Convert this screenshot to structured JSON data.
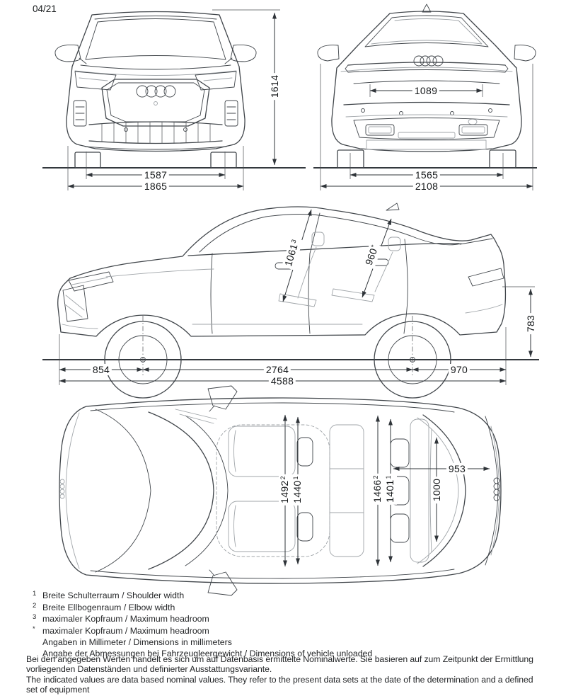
{
  "meta": {
    "date_code": "04/21"
  },
  "colors": {
    "line": "#41464b",
    "light_line": "#a0a5a9",
    "dimension_line": "#2f3439",
    "text": "#1d1f21",
    "background": "#ffffff"
  },
  "views": {
    "front": {
      "dims": {
        "height": "1614",
        "track": "1587",
        "width": "1865"
      }
    },
    "rear": {
      "dims": {
        "tailgate_width": "1089",
        "track": "1565",
        "width_incl_mirrors": "2108"
      }
    },
    "side": {
      "dims": {
        "headroom_front": {
          "value": "1061",
          "sup": "3"
        },
        "headroom_rear": {
          "value": "960",
          "sup": "*"
        },
        "rear_height": "783",
        "front_overhang": "854",
        "wheelbase": "2764",
        "rear_overhang": "970",
        "length": "4588"
      }
    },
    "top": {
      "dims": {
        "elbow_width_front": {
          "value": "1492",
          "sup": "2"
        },
        "shoulder_width_front": {
          "value": "1440",
          "sup": "1"
        },
        "elbow_width_rear": {
          "value": "1466",
          "sup": "2"
        },
        "shoulder_width_rear": {
          "value": "1401",
          "sup": "1"
        },
        "luggage_width": "1000",
        "luggage_length": "953"
      }
    }
  },
  "footnotes": [
    {
      "sup": "1",
      "text": "Breite Schulterraum / Shoulder width"
    },
    {
      "sup": "2",
      "text": "Breite Ellbogenraum / Elbow width"
    },
    {
      "sup": "3",
      "text": "maximaler Kopfraum / Maximum headroom"
    },
    {
      "sup": "*",
      "text": "maximaler Kopfraum / Maximum headroom"
    },
    {
      "sup": "",
      "text": "Angaben in Millimeter / Dimensions in millimeters"
    },
    {
      "sup": "",
      "text": "Angabe der Abmessungen bei Fahrzeugleergewicht / Dimensions of vehicle unloaded"
    }
  ],
  "disclaimer": {
    "de": "Bei den angegeben Werten handelt es sich um auf Datenbasis ermittelte Nominalwerte. Sie basieren auf zum Zeitpunkt der Ermittlung vorliegenden Datenständen und definierter Ausstattungsvariante.",
    "en": "The indicated values are data based nominal values. They refer to the present data sets at the date of the determination and a defined set of equipment"
  }
}
